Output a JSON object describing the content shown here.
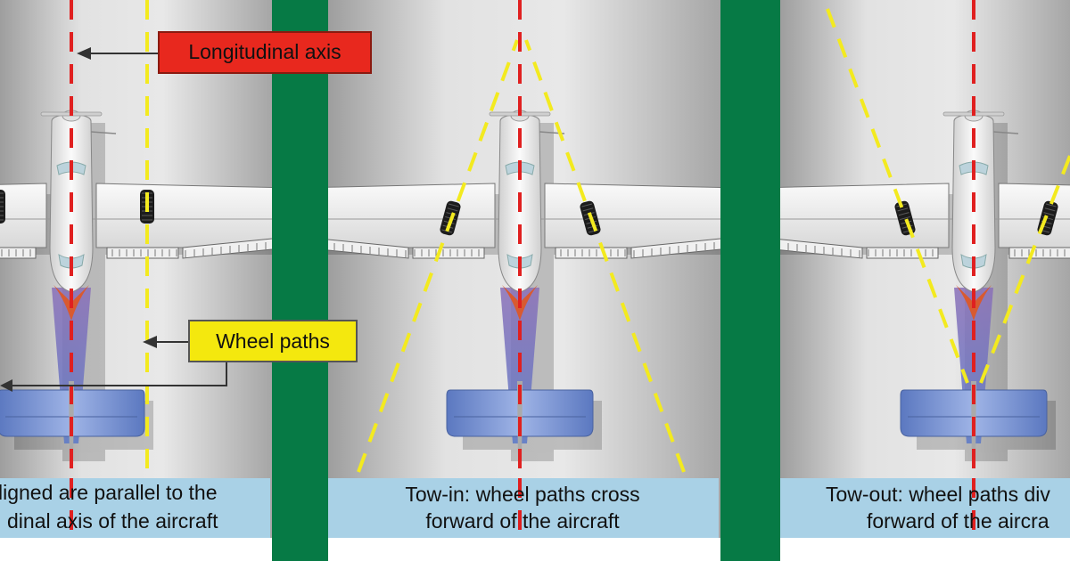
{
  "callouts": {
    "longitudinal_axis": "Longitudinal axis",
    "wheel_paths": "Wheel paths"
  },
  "panels": [
    {
      "id": "aligned",
      "caption_line1": "ligned are parallel to the",
      "caption_line2": "dinal axis of the aircraft"
    },
    {
      "id": "tow-in",
      "caption_line1": "Tow-in: wheel paths cross",
      "caption_line2": "forward of the aircraft"
    },
    {
      "id": "tow-out",
      "caption_line1": "Tow-out: wheel paths div",
      "caption_line2": "forward of the aircra"
    }
  ],
  "colors": {
    "divider_green": "#067a45",
    "axis_red": "#e02020",
    "wheel_path_yellow": "#f3ea1f",
    "callout_red": "#e8281e",
    "callout_yellow": "#f4e80e",
    "caption_bg": "#a9d1e6",
    "tail_blue": "#6e8fd0"
  }
}
